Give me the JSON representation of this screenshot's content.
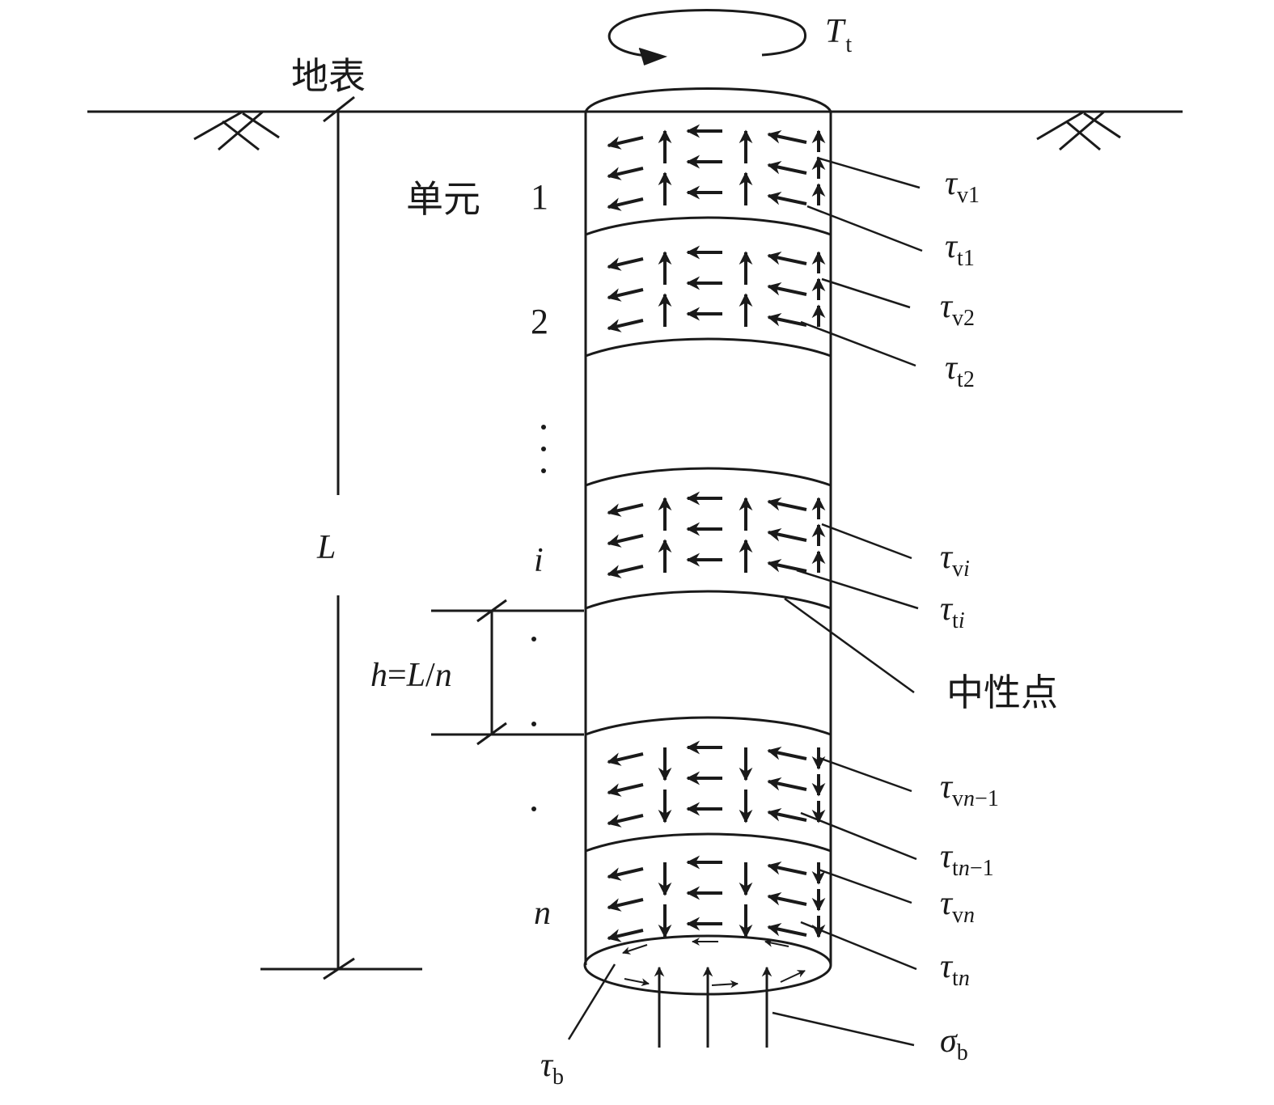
{
  "labels": {
    "torque_main": "T",
    "torque_sub": "t",
    "ground_surface": "地表",
    "unit_label": "单元",
    "element_1": "1",
    "element_2": "2",
    "element_i": "i",
    "element_n": "n",
    "length": "L",
    "neutral_point": "中性点",
    "h_h": "h",
    "h_eq": "=",
    "h_L": "L",
    "h_slash": "/",
    "h_n": "n"
  },
  "stress_labels": {
    "tv1": {
      "main": "τ",
      "sub": "v1"
    },
    "tt1": {
      "main": "τ",
      "sub": "t1"
    },
    "tv2": {
      "main": "τ",
      "sub": "v2"
    },
    "tt2": {
      "main": "τ",
      "sub": "t2"
    },
    "tvi": {
      "main": "τ",
      "sub_a": "v",
      "sub_b": "i"
    },
    "tti": {
      "main": "τ",
      "sub_a": "t",
      "sub_b": "i"
    },
    "tvn1": {
      "main": "τ",
      "sub_a": "v",
      "sub_b": "n",
      "sub_c": "−1"
    },
    "ttn1": {
      "main": "τ",
      "sub_a": "t",
      "sub_b": "n",
      "sub_c": "−1"
    },
    "tvn": {
      "main": "τ",
      "sub_a": "v",
      "sub_b": "n"
    },
    "ttn": {
      "main": "τ",
      "sub_a": "t",
      "sub_b": "n"
    },
    "tb": {
      "main": "τ",
      "sub": "b"
    },
    "sb": {
      "main": "σ",
      "sub": "b"
    }
  },
  "colors": {
    "ink": "#1a1a1a",
    "background": "#ffffff"
  },
  "icons": {
    "torque": "curved-arrow-icon",
    "ground_hatch": "soil-hatch-icon",
    "stress_arrows": "arrow-icon"
  }
}
